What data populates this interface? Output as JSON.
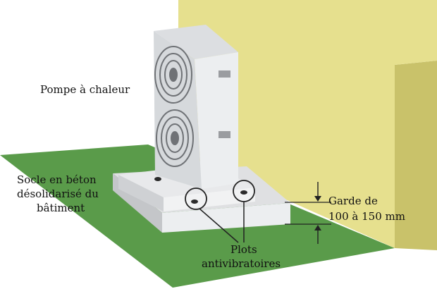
{
  "labels": {
    "heat_pump": "Pompe à chaleur",
    "base_line1": "Socle en béton",
    "base_line2": "désolidarisé du",
    "base_line3": "bâtiment",
    "clearance_line1": "Garde de",
    "clearance_line2": "100 à 150 mm",
    "pads_line1": "Plots",
    "pads_line2": "antivibratoires"
  },
  "colors": {
    "wall": "#e6e08e",
    "wall_side": "#c9c26a",
    "ground": "#5a9b4a",
    "concrete": "#e3e4e6",
    "unit_body": "#eceef0",
    "fan_grille": "#6f7276"
  }
}
